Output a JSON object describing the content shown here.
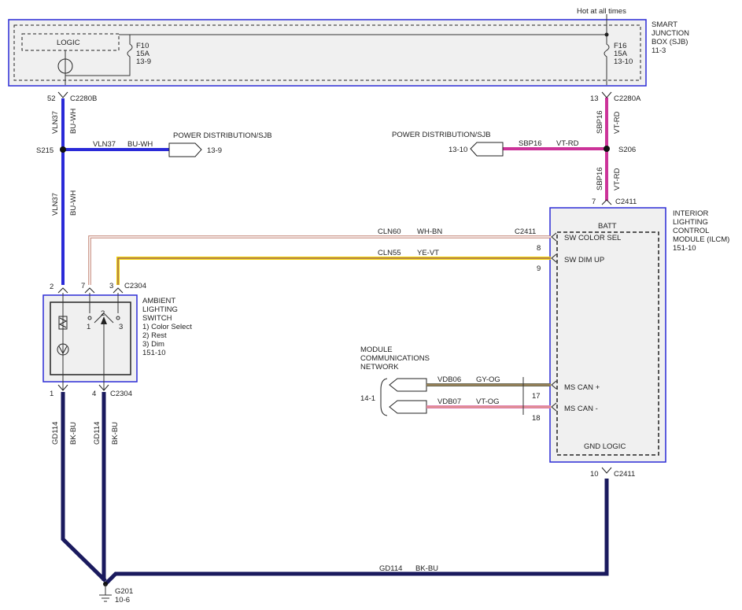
{
  "sjb": {
    "hot_label": "Hot at all times",
    "title_line1": "SMART",
    "title_line2": "JUNCTION",
    "title_line3": "BOX (SJB)",
    "title_line4": "11-3",
    "logic_label": "LOGIC",
    "fuse_f10": {
      "name": "F10",
      "rating": "15A",
      "ref": "13-9"
    },
    "fuse_f16": {
      "name": "F16",
      "rating": "15A",
      "ref": "13-10"
    }
  },
  "connectors": {
    "c2280b_pin": "52",
    "c2280b": "C2280B",
    "c2280a_pin": "13",
    "c2280a": "C2280A",
    "c2411_top_pin": "7",
    "c2411_top": "C2411",
    "c2411_mid": "C2411",
    "pin8": "8",
    "pin9": "9",
    "c2304_pin2": "2",
    "c2304_pin7": "7",
    "c2304_pin3": "3",
    "c2304_top": "C2304",
    "c2304_pin1": "1",
    "c2304_pin4": "4",
    "c2304_bottom": "C2304",
    "pin17": "17",
    "pin18": "18",
    "c2411_bottom_pin": "10",
    "c2411_bottom": "C2411"
  },
  "splices": {
    "s215": "S215",
    "s206": "S206"
  },
  "wires": {
    "vln37_circuit": "VLN37",
    "vln37_color": "BU-WH",
    "sbp16_circuit": "SBP16",
    "sbp16_color": "VT-RD",
    "cln60_circuit": "CLN60",
    "cln60_color": "WH-BN",
    "cln55_circuit": "CLN55",
    "cln55_color": "YE-VT",
    "vdb06_circuit": "VDB06",
    "vdb06_color": "GY-OG",
    "vdb07_circuit": "VDB07",
    "vdb07_color": "VT-OG",
    "gd114_circuit": "GD114",
    "gd114_color": "BK-BU"
  },
  "power_dist_left": {
    "label": "POWER DISTRIBUTION/SJB",
    "ref": "13-9"
  },
  "power_dist_right": {
    "label": "POWER DISTRIBUTION/SJB",
    "ref": "13-10"
  },
  "switch": {
    "title1": "AMBIENT",
    "title2": "LIGHTING",
    "title3": "SWITCH",
    "opt1": "1) Color Select",
    "opt2": "2) Rest",
    "opt3": "3) Dim",
    "ref": "151-10",
    "pos1": "1",
    "pos2": "2",
    "pos3": "3"
  },
  "ilcm": {
    "title1": "INTERIOR",
    "title2": "LIGHTING",
    "title3": "CONTROL",
    "title4": "MODULE (ILCM)",
    "ref": "151-10",
    "batt": "BATT",
    "sw_color_sel": "SW COLOR SEL",
    "sw_dim_up": "SW DIM UP",
    "ms_can_plus": "MS CAN +",
    "ms_can_minus": "MS CAN -",
    "gnd_logic": "GND LOGIC"
  },
  "network": {
    "line1": "MODULE",
    "line2": "COMMUNICATIONS",
    "line3": "NETWORK",
    "ref": "14-1"
  },
  "ground": {
    "name": "G201",
    "ref": "10-6"
  },
  "colors": {
    "frame_blue": "#2b2bd6",
    "wire_blue": "#2a2ad8",
    "wire_violet_red": "#cc3399",
    "wire_yellow": "#f2d200",
    "wire_dark_navy": "#1a1a5e",
    "wire_gray": "#8a8a7a",
    "wire_pink": "#e080b0",
    "box_fill": "#f0f0f0"
  }
}
